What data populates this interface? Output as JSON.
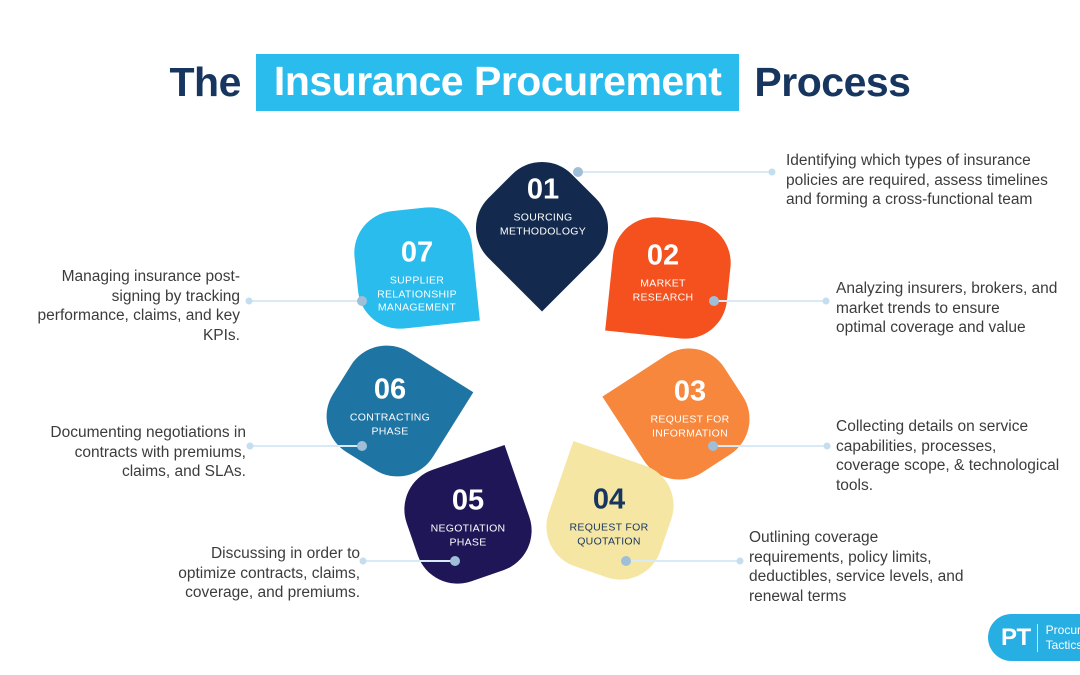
{
  "title": {
    "prefix": "The",
    "highlight": "Insurance Procurement",
    "suffix": "Process"
  },
  "steps": [
    {
      "number": "01",
      "label_lines": [
        "SOURCING",
        "METHODOLOGY"
      ],
      "desc_lines": [
        "Identifying which types of insurance",
        "policies are required, assess timelines",
        "and forming a cross-functional team"
      ],
      "color": "#132A4E",
      "text_color": "#FFFFFF"
    },
    {
      "number": "02",
      "label_lines": [
        "MARKET",
        "RESEARCH"
      ],
      "desc_lines": [
        "Analyzing insurers, brokers, and",
        "market trends to ensure",
        "optimal coverage and value"
      ],
      "color": "#F4511E",
      "text_color": "#FFFFFF"
    },
    {
      "number": "03",
      "label_lines": [
        "REQUEST FOR",
        "INFORMATION"
      ],
      "desc_lines": [
        "Collecting details on service",
        "capabilities, processes,",
        "coverage scope, & technological",
        "tools."
      ],
      "color": "#F6873D",
      "text_color": "#FFFFFF"
    },
    {
      "number": "04",
      "label_lines": [
        "REQUEST FOR",
        "QUOTATION"
      ],
      "desc_lines": [
        "Outlining coverage",
        "requirements, policy limits,",
        "deductibles, service levels, and",
        "renewal terms"
      ],
      "color": "#F5E7A3",
      "text_color": "#16355F"
    },
    {
      "number": "05",
      "label_lines": [
        "NEGOTIATION",
        "PHASE"
      ],
      "desc_lines": [
        "Discussing in order to",
        "optimize contracts, claims,",
        "coverage, and premiums."
      ],
      "color": "#1E1656",
      "text_color": "#FFFFFF"
    },
    {
      "number": "06",
      "label_lines": [
        "CONTRACTING",
        "PHASE"
      ],
      "desc_lines": [
        "Documenting negotiations in",
        "contracts with premiums,",
        "claims, and SLAs."
      ],
      "color": "#1E74A3",
      "text_color": "#FFFFFF"
    },
    {
      "number": "07",
      "label_lines": [
        "SUPPLIER",
        "RELATIONSHIP",
        "MANAGEMENT"
      ],
      "desc_lines": [
        "Managing insurance post-",
        "signing by tracking",
        "performance, claims, and key",
        "KPIs."
      ],
      "color": "#29BCEC",
      "text_color": "#FFFFFF"
    }
  ],
  "logo": {
    "monogram": "PT",
    "brand_lines": [
      "Procurement",
      "Tactics"
    ]
  },
  "colors": {
    "accent_cyan": "#29BCEC",
    "title_navy": "#16355F",
    "body_text": "#3C3C3C",
    "connector_line": "#D9EAF6",
    "connector_dot": "#9FBFD8",
    "logo_background": "#27AEE3"
  }
}
